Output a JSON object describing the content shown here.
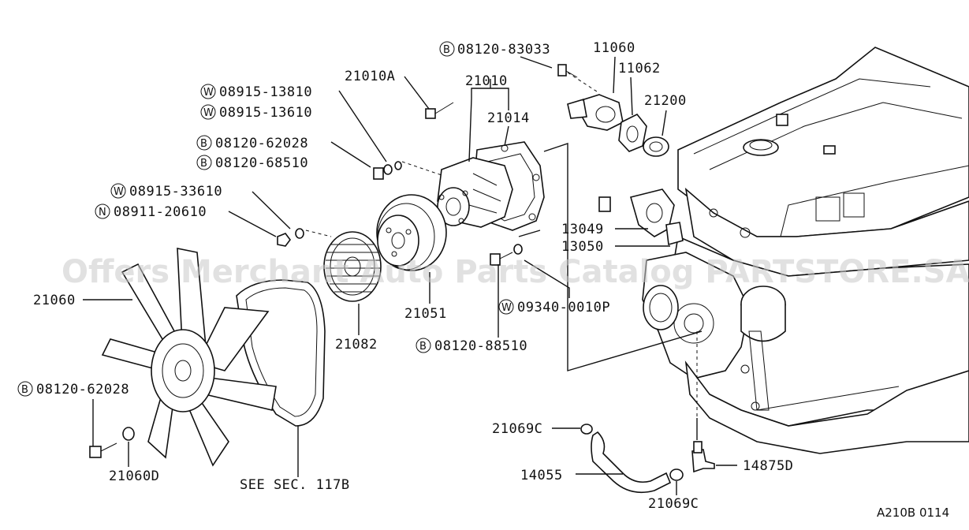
{
  "watermark": "Offers Merchant Auto Parts Catalog PARTSTORE.SA",
  "figure_code": "A210B 0114",
  "see_section": "SEE SEC. 117B",
  "callouts": {
    "c_b_08120_83033": {
      "prefix": "B",
      "text": "08120-83033"
    },
    "c_11060": {
      "text": "11060"
    },
    "c_11062": {
      "text": "11062"
    },
    "c_21200": {
      "text": "21200"
    },
    "c_21010a": {
      "text": "21010A"
    },
    "c_21010": {
      "text": "21010"
    },
    "c_21014": {
      "text": "21014"
    },
    "c_w_08915_13810": {
      "prefix": "W",
      "text": "08915-13810"
    },
    "c_w_08915_13610": {
      "prefix": "W",
      "text": "08915-13610"
    },
    "c_b_08120_62028_top": {
      "prefix": "B",
      "text": "08120-62028"
    },
    "c_b_08120_68510": {
      "prefix": "B",
      "text": "08120-68510"
    },
    "c_w_08915_33610": {
      "prefix": "W",
      "text": "08915-33610"
    },
    "c_n_08911_20610": {
      "prefix": "N",
      "text": "08911-20610"
    },
    "c_13049": {
      "text": "13049"
    },
    "c_13050": {
      "text": "13050"
    },
    "c_21060": {
      "text": "21060"
    },
    "c_w_09340_0010p": {
      "prefix": "W",
      "text": "09340-0010P"
    },
    "c_21051": {
      "text": "21051"
    },
    "c_21082": {
      "text": "21082"
    },
    "c_b_08120_88510": {
      "prefix": "B",
      "text": "08120-88510"
    },
    "c_b_08120_62028_bottom": {
      "prefix": "B",
      "text": "08120-62028"
    },
    "c_21069c_top": {
      "text": "21069C"
    },
    "c_14055": {
      "text": "14055"
    },
    "c_14875d": {
      "text": "14875D"
    },
    "c_21060d": {
      "text": "21060D"
    },
    "c_21069c_bottom": {
      "text": "21069C"
    }
  },
  "parts": {
    "cooling_fan": "fan-blade",
    "fan_coupling": "fan-coupling",
    "fan_pulley": "pulley",
    "water_pump": "water-pump",
    "pump_gasket": "gasket",
    "water_outlet": "water-outlet",
    "thermostat": "thermostat",
    "water_inlet": "water-inlet",
    "fan_belt": "v-belt",
    "water_hose": "hose",
    "engine_block": "engine"
  }
}
